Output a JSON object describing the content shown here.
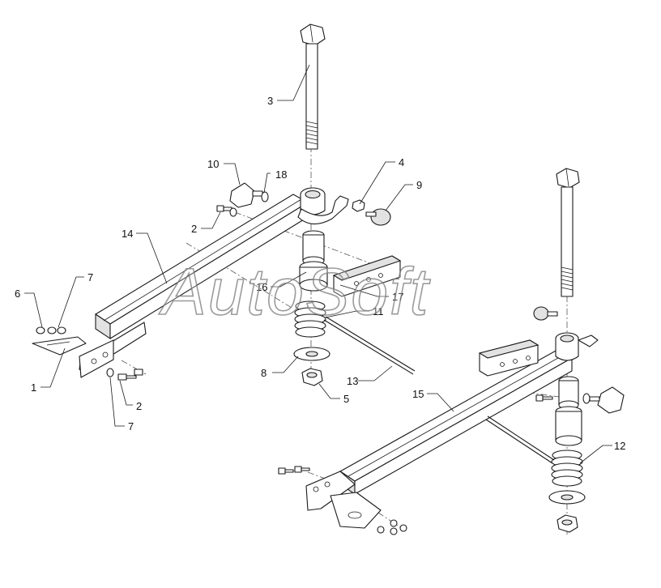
{
  "watermark": "AutoSoft",
  "callouts": [
    "1",
    "2",
    "2",
    "3",
    "4",
    "5",
    "6",
    "7",
    "7",
    "8",
    "9",
    "10",
    "11",
    "12",
    "13",
    "14",
    "15",
    "16",
    "17",
    "18"
  ],
  "colors": {
    "line": "#1a1a1a",
    "background": "#ffffff",
    "watermark": "#7a7a7a"
  }
}
